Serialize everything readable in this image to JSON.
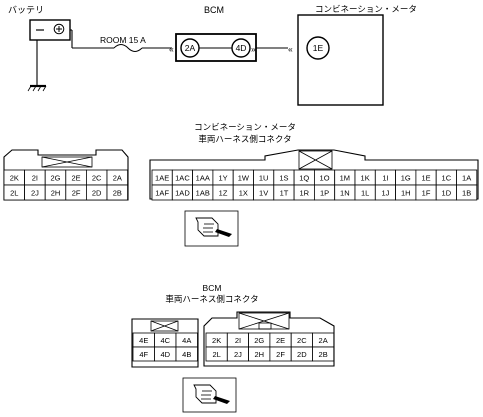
{
  "circuit": {
    "battery_label": "バッテリ",
    "fuse_label": "ROOM 15 A",
    "bcm_label": "BCM",
    "meter_label": "コンビネーション・メータ",
    "bcm_pin_left": "2A",
    "bcm_pin_right": "4D",
    "meter_pin": "1E"
  },
  "meter_connector": {
    "title_line1": "コンビネーション・メータ",
    "title_line2": "車両ハーネス側コネクタ",
    "small_row1": [
      "2K",
      "2I",
      "2G",
      "2E",
      "2C",
      "2A"
    ],
    "small_row2": [
      "2L",
      "2J",
      "2H",
      "2F",
      "2D",
      "2B"
    ],
    "large_row1": [
      "1AE",
      "1AC",
      "1AA",
      "1Y",
      "1W",
      "1U",
      "1S",
      "1Q",
      "1O",
      "1M",
      "1K",
      "1I",
      "1G",
      "1E",
      "1C",
      "1A"
    ],
    "large_row2": [
      "1AF",
      "1AD",
      "1AB",
      "1Z",
      "1X",
      "1V",
      "1T",
      "1R",
      "1P",
      "1N",
      "1L",
      "1J",
      "1H",
      "1F",
      "1D",
      "1B"
    ]
  },
  "bcm_connector": {
    "title_line1": "BCM",
    "title_line2": "車両ハーネス側コネクタ",
    "small_row1": [
      "4E",
      "4C",
      "4A"
    ],
    "small_row2": [
      "4F",
      "4D",
      "4B"
    ],
    "large_row1": [
      "2K",
      "2I",
      "2G",
      "2E",
      "2C",
      "2A"
    ],
    "large_row2": [
      "2L",
      "2J",
      "2H",
      "2F",
      "2D",
      "2B"
    ]
  }
}
